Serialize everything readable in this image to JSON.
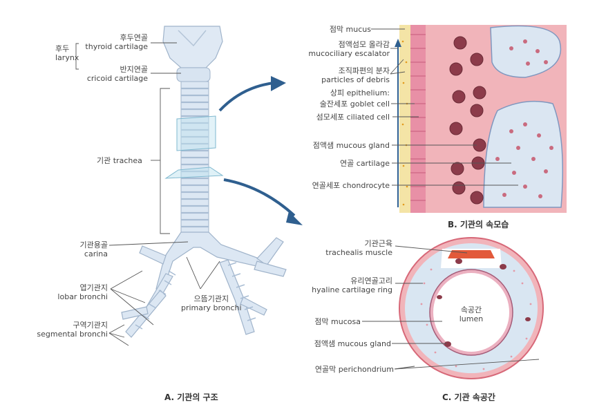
{
  "panel_a": {
    "caption": "A. 기관의 구조",
    "larynx_ko": "후두",
    "larynx_en": "larynx",
    "thyroid_ko": "후두연골",
    "thyroid_en": "thyroid cartilage",
    "cricoid_ko": "반지연골",
    "cricoid_en": "cricoid cartilage",
    "trachea": "기관 trachea",
    "carina_ko": "기관용골",
    "carina_en": "carina",
    "lobar_ko": "엽기관지",
    "lobar_en": "lobar bronchi",
    "segmental_ko": "구역기관지",
    "segmental_en": "segmental bronchi",
    "primary_ko": "으뜸기관지",
    "primary_en": "primary bronchi"
  },
  "panel_b": {
    "caption": "B. 기관의 속모습",
    "mucus": "점막 mucus",
    "escalator_ko": "점액섬모 올라감",
    "escalator_en": "mucociliary escalator",
    "debris_ko": "조직파편의 분자",
    "debris_en": "particles of debris",
    "epithelium": "상피 epithelium:",
    "goblet": "술잔세포 goblet cell",
    "ciliated": "섬모세포 ciliated cell",
    "gland": "점액샘 mucous gland",
    "cartilage": "연골 cartilage",
    "chondrocyte": "연골세포 chondrocyte"
  },
  "panel_c": {
    "caption": "C. 기관 속공간",
    "muscle_ko": "기관근육",
    "muscle_en": "trachealis muscle",
    "ring_ko": "유리연골고리",
    "ring_en": "hyaline cartilage ring",
    "lumen_ko": "속공간",
    "lumen_en": "lumen",
    "mucosa": "점막 mucosa",
    "gland": "점액샘 mucous gland",
    "perichondrium": "연골막 perichondrium"
  },
  "colors": {
    "trachea": "#dce7f3",
    "trachea_shade": "#a9bdd4",
    "tissue": "#f1b4ba",
    "cartilage": "#d9e6f2",
    "gland": "#8c3b4a",
    "muscle": "#e2593a",
    "arrow": "#2f5f8f"
  }
}
